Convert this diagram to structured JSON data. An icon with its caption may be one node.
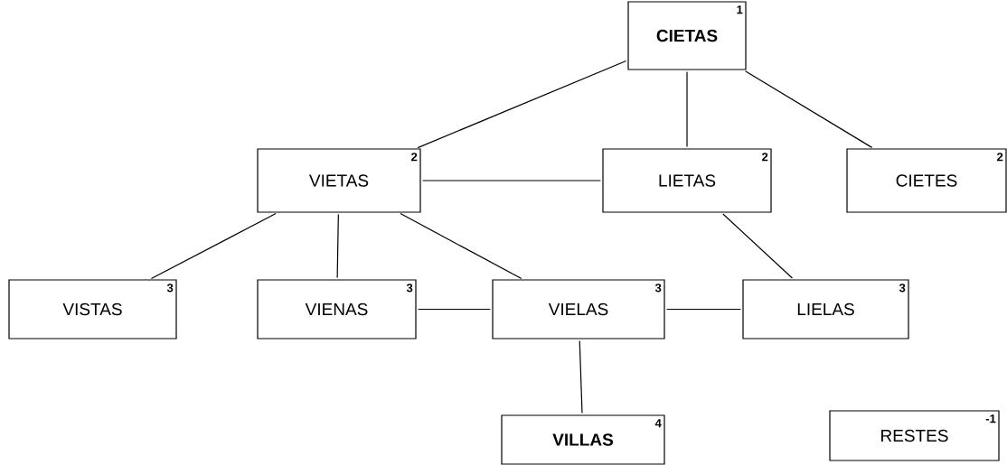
{
  "diagram": {
    "nodes": [
      {
        "text": [
          "CIETAS",
          "1"
        ]
      },
      {
        "text": [
          "VIETAS",
          "2"
        ]
      },
      {
        "text": [
          "LIETAS",
          "2"
        ]
      },
      {
        "text": [
          "CIETES",
          "2"
        ]
      },
      {
        "text": [
          "VISTAS",
          "3"
        ]
      },
      {
        "text": [
          "VIENAS",
          "3"
        ]
      },
      {
        "text": [
          "VIELAS",
          "3"
        ]
      },
      {
        "text": [
          "LIELAS",
          "3"
        ]
      },
      {
        "text": [
          "VILLAS",
          "4"
        ]
      },
      {
        "text": [
          "RESTES",
          "-1"
        ]
      }
    ],
    "edges": [
      {
        "from": 0,
        "to": 1,
        "arrow": "none"
      },
      {
        "from": 0,
        "to": 2,
        "arrow": "none"
      },
      {
        "from": 0,
        "to": 3,
        "arrow": "none"
      },
      {
        "from": 1,
        "to": 2,
        "arrow": "none"
      },
      {
        "from": 1,
        "to": 4,
        "arrow": "none"
      },
      {
        "from": 1,
        "to": 5,
        "arrow": "none"
      },
      {
        "from": 1,
        "to": 6,
        "arrow": "none"
      },
      {
        "from": 2,
        "to": 7,
        "arrow": "none"
      },
      {
        "from": 5,
        "to": 6,
        "arrow": "none"
      },
      {
        "from": 6,
        "to": 7,
        "arrow": "none"
      },
      {
        "from": 6,
        "to": 8,
        "arrow": "none"
      }
    ]
  }
}
